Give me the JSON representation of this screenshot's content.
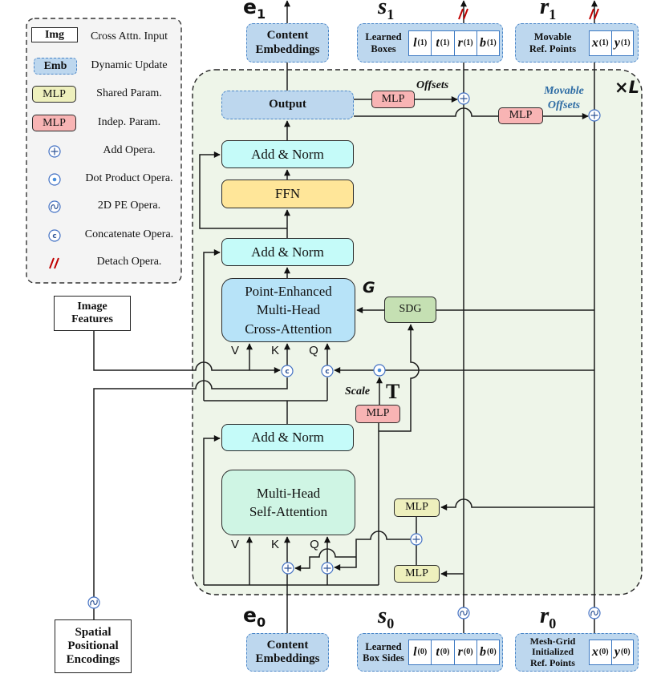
{
  "colors": {
    "add_norm": "#c5fbf9",
    "ffn": "#ffe699",
    "cross_attention": "#b7e3f8",
    "self_attention": "#cff5e4",
    "sdg": "#c5e0b3",
    "mlp_independent": "#f8b4b4",
    "mlp_shared": "#eef0bd",
    "dynamic_update_fill": "#bdd7ee",
    "dynamic_update_border": "#4a86c8",
    "layer_fill": "#eef5e9",
    "operator": "#4472c4",
    "detach": "#c00000",
    "offset_label": "#2e6ca4"
  },
  "legend": {
    "items": [
      {
        "icon": "img-box",
        "icon_text": "Img",
        "label": "Cross Attn. Input"
      },
      {
        "icon": "emb-box",
        "icon_text": "Emb",
        "label": "Dynamic Update"
      },
      {
        "icon": "shared-mlp-box",
        "icon_text": "MLP",
        "label": "Shared Param."
      },
      {
        "icon": "indep-mlp-box",
        "icon_text": "MLP",
        "label": "Indep. Param."
      },
      {
        "icon": "add-operator",
        "label": "Add Opera."
      },
      {
        "icon": "dot-product-operator",
        "label": "Dot Product Opera."
      },
      {
        "icon": "2d-pe-operator",
        "label": "2D PE Opera."
      },
      {
        "icon": "concatenate-operator",
        "icon_text": "c",
        "label": "Concatenate Opera."
      },
      {
        "icon": "detach-operator",
        "icon_text": "//",
        "label": "Detach Opera."
      }
    ]
  },
  "operators": {
    "concat_glyph": "c"
  },
  "external_inputs": {
    "image_features": "Image\nFeatures",
    "spatial_positional_encodings": "Spatial\nPositional\nEncodings"
  },
  "decoder_layer": {
    "repeat_symbol": "×",
    "repeat_var": "L",
    "output": "Output",
    "add_norm_top": "Add & Norm",
    "ffn": "FFN",
    "add_norm_mid": "Add & Norm",
    "cross_attention": "Point-Enhanced\nMulti-Head\nCross-Attention",
    "cross_attention_tag": "G",
    "cross_attention_inputs": [
      "V",
      "K",
      "Q"
    ],
    "sdg": "SDG",
    "scale_mlp": "MLP",
    "scale_label": "Scale",
    "scale_tag": "T",
    "add_norm_bottom": "Add & Norm",
    "self_attention": "Multi-Head\nSelf-Attention",
    "self_attention_inputs": [
      "V",
      "K",
      "Q"
    ],
    "pe_mlp_top": "MLP",
    "pe_mlp_bottom": "MLP",
    "offset_mlp": "MLP",
    "offset_label": "Offsets",
    "movable_offset_mlp": "MLP",
    "movable_offset_label": "Movable\nOffsets"
  },
  "top": {
    "content": {
      "symbol": "e",
      "index": "1",
      "box": "Content\nEmbeddings"
    },
    "boxes": {
      "symbol": "s",
      "index": "1",
      "box": "Learned\nBoxes",
      "cells": [
        {
          "var": "l",
          "sup": "(1)"
        },
        {
          "var": "t",
          "sup": "(1)"
        },
        {
          "var": "r",
          "sup": "(1)"
        },
        {
          "var": "b",
          "sup": "(1)"
        }
      ]
    },
    "points": {
      "symbol": "r",
      "index": "1",
      "box": "Movable\nRef. Points",
      "cells": [
        {
          "var": "x",
          "sup": "(1)"
        },
        {
          "var": "y",
          "sup": "(1)"
        }
      ]
    }
  },
  "bottom": {
    "content": {
      "symbol": "e",
      "index": "0",
      "box": "Content\nEmbeddings"
    },
    "boxes": {
      "symbol": "s",
      "index": "0",
      "box": "Learned\nBox Sides",
      "cells": [
        {
          "var": "l",
          "sup": "(0)"
        },
        {
          "var": "t",
          "sup": "(0)"
        },
        {
          "var": "r",
          "sup": "(0)"
        },
        {
          "var": "b",
          "sup": "(0)"
        }
      ]
    },
    "points": {
      "symbol": "r",
      "index": "0",
      "box": "Mesh-Grid\nInitialized\nRef. Points",
      "cells": [
        {
          "var": "x",
          "sup": "(0)"
        },
        {
          "var": "y",
          "sup": "(0)"
        }
      ]
    }
  }
}
